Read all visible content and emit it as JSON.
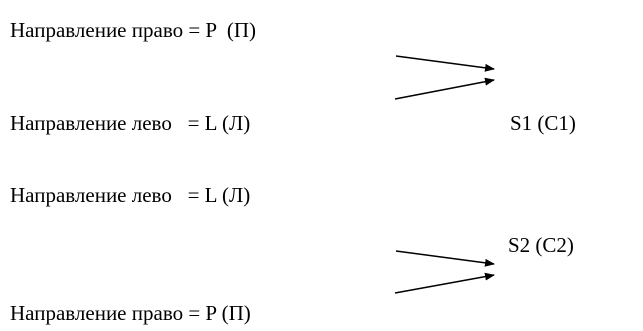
{
  "rows": [
    {
      "text": "Направление право = P  (П)"
    },
    {
      "text": "Направление лево   = L (Л)"
    },
    {
      "text": "Направление лево   = L (Л)"
    },
    {
      "text": "Направление право = P (П)"
    }
  ],
  "outputs": [
    {
      "text": "S1 (C1)"
    },
    {
      "text": "S2 (C2)"
    }
  ],
  "colors": {
    "text": "#000000",
    "line": "#000000",
    "background": "#ffffff"
  }
}
